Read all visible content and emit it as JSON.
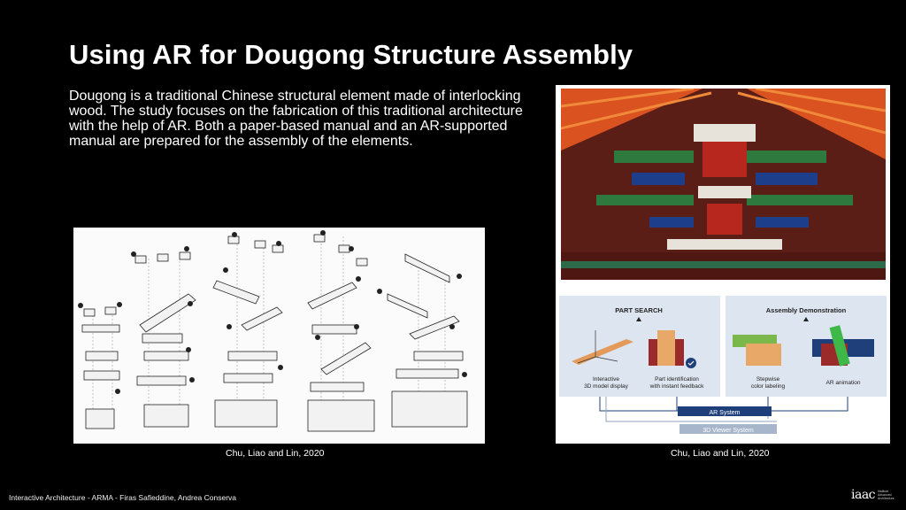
{
  "slide": {
    "title": "Using AR for Dougong Structure Assembly",
    "body": "Dougong is a traditional Chinese structural element made of interlocking wood. The study focuses on the fabrication of this traditional architecture with the help of AR. Both a paper-based manual and an AR-supported manual are prepared for the assembly of the elements.",
    "caption_left": "Chu, Liao and Lin, 2020",
    "caption_right": "Chu, Liao and Lin, 2020"
  },
  "diagram": {
    "part_search": "PART SEARCH",
    "assembly_demo": "Assembly Demonstration",
    "interactive_line1": "Interactive",
    "interactive_line2": "3D model display",
    "part_id_line1": "Part identification",
    "part_id_line2": "with instant feedback",
    "stepwise_line1": "Stepwise",
    "stepwise_line2": "color labeling",
    "ar_animation": "AR animation",
    "ar_system": "AR System",
    "viewer_system": "3D Viewer System"
  },
  "footer": {
    "credits": "Interactive Architecture - ARMA - Firas Safieddine, Andrea Conserva",
    "logo": "iaac",
    "logo_sub_1": "Institute",
    "logo_sub_2": "Advanced",
    "logo_sub_3": "Architecture"
  },
  "colors": {
    "background": "#000000",
    "ar_system_fill": "#1f3f7a",
    "viewer_system_fill": "#a8b6cc",
    "panel_fill": "#dde5f0"
  }
}
